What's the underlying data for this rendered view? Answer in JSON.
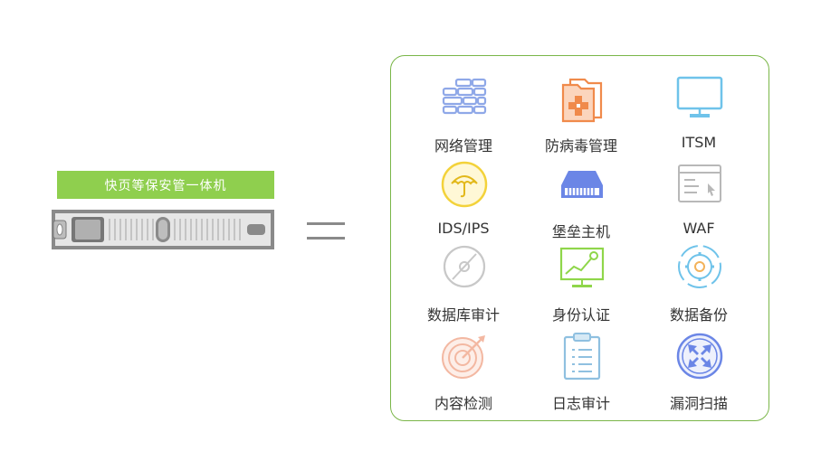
{
  "device": {
    "label": "快页等保安管一体机"
  },
  "modules": [
    {
      "label": "网络管理",
      "icon": "firewall-brick-icon",
      "color": "#8fa8e8"
    },
    {
      "label": "防病毒管理",
      "icon": "antivirus-folder-icon",
      "color": "#f08a4b"
    },
    {
      "label": "ITSM",
      "icon": "monitor-icon",
      "color": "#6fc3ea"
    },
    {
      "label": "IDS/IPS",
      "icon": "umbrella-shield-icon",
      "color": "#f3d23a"
    },
    {
      "label": "堡垒主机",
      "icon": "fortress-host-icon",
      "color": "#6b86e6"
    },
    {
      "label": "WAF",
      "icon": "web-window-icon",
      "color": "#b8b8b8"
    },
    {
      "label": "数据库审计",
      "icon": "database-audit-icon",
      "color": "#c8c8c8"
    },
    {
      "label": "身份认证",
      "icon": "identity-chart-icon",
      "color": "#8fd64a"
    },
    {
      "label": "数据备份",
      "icon": "backup-gear-icon",
      "color": "#6fc3ea"
    },
    {
      "label": "内容检测",
      "icon": "target-detection-icon",
      "color": "#f3b8a2"
    },
    {
      "label": "日志审计",
      "icon": "clipboard-log-icon",
      "color": "#8fc0e0"
    },
    {
      "label": "漏洞扫描",
      "icon": "vulnerability-scan-icon",
      "color": "#6b86e6"
    }
  ]
}
